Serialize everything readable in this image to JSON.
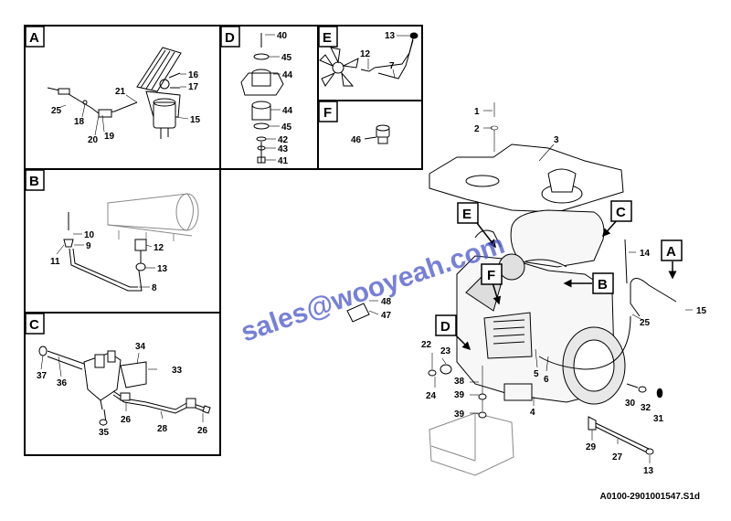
{
  "panels": {
    "A": {
      "letter": "A",
      "callouts": {
        "c16": "16",
        "c17": "17",
        "c21": "21",
        "c25": "25",
        "c18": "18",
        "c19": "19",
        "c20": "20",
        "c15": "15"
      }
    },
    "D": {
      "letter": "D",
      "callouts": {
        "c40": "40",
        "c45a": "45",
        "c44a": "44",
        "c44b": "44",
        "c45b": "45",
        "c42": "42",
        "c43": "43",
        "c41": "41"
      }
    },
    "E": {
      "letter": "E",
      "callouts": {
        "c13": "13",
        "c12": "12",
        "c7": "7"
      }
    },
    "F": {
      "letter": "F",
      "callouts": {
        "c46": "46"
      }
    },
    "B": {
      "letter": "B",
      "callouts": {
        "c10": "10",
        "c9": "9",
        "c11": "11",
        "c12": "12",
        "c13": "13",
        "c8": "8"
      }
    },
    "C": {
      "letter": "C",
      "callouts": {
        "c34": "34",
        "c33": "33",
        "c37": "37",
        "c36": "36",
        "c35": "35",
        "c26a": "26",
        "c28": "28",
        "c26b": "26"
      }
    }
  },
  "main": {
    "callouts": {
      "c1": "1",
      "c2": "2",
      "c3": "3",
      "c14": "14",
      "c15": "15",
      "c25": "25",
      "c48": "48",
      "c47": "47",
      "c22": "22",
      "c23": "23",
      "c24": "24",
      "c38": "38",
      "c39a": "39",
      "c39b": "39",
      "c5": "5",
      "c6": "6",
      "c4": "4",
      "c30": "30",
      "c32": "32",
      "c31": "31",
      "c29": "29",
      "c27": "27",
      "c13": "13"
    },
    "labels": {
      "E": "E",
      "C": "C",
      "A": "A",
      "F": "F",
      "B": "B",
      "D": "D"
    }
  },
  "watermark": "sales@wooyeah.com",
  "footer": "A0100-2901001547.S1d"
}
